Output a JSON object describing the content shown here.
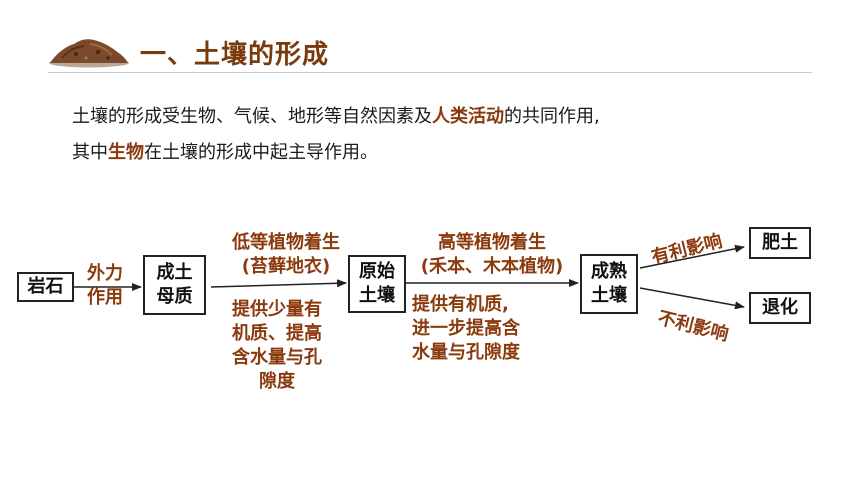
{
  "header": {
    "title": "一、土壤的形成"
  },
  "intro": {
    "line1_pre": "土壤的形成受生物、气候、地形等自然因素及",
    "line1_hl": "人类活动",
    "line1_post": "的共同作用,",
    "line2_pre": "其中",
    "line2_hl": "生物",
    "line2_post": "在土壤的形成中起主导作用。"
  },
  "diagram": {
    "nodes": {
      "rock": "岩石",
      "parent_l1": "成土",
      "parent_l2": "母质",
      "raw_l1": "原始",
      "raw_l2": "土壤",
      "mature_l1": "成熟",
      "mature_l2": "土壤",
      "fertile": "肥土",
      "degrade": "退化"
    },
    "edges": {
      "external_l1": "外力",
      "external_l2": "作用",
      "low_l1": "低等植物着生",
      "low_l2": "(苔藓地衣)",
      "low_note_l1": "提供少量有",
      "low_note_l2": "机质、提高",
      "low_note_l3": "含水量与孔",
      "low_note_l4": "隙度",
      "high_l1": "高等植物着生",
      "high_l2": "(禾本、木本植物)",
      "high_note_l1": "提供有机质,",
      "high_note_l2": "进一步提高含",
      "high_note_l3": "水量与孔隙度",
      "good": "有利影响",
      "bad": "不利影响"
    }
  },
  "colors": {
    "accent": "#8b3a0e",
    "title": "#7a3a0c",
    "soil_icon": "#7b4a2a"
  }
}
